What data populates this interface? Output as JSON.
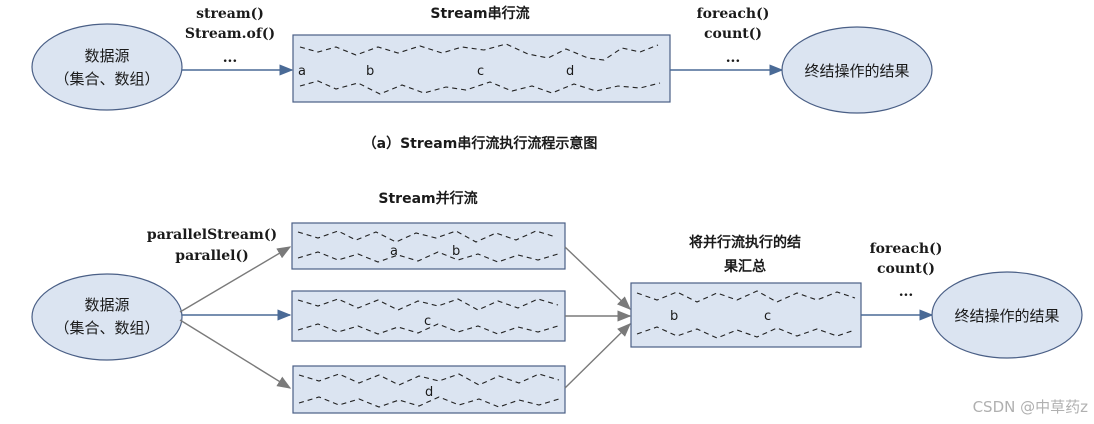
{
  "serial": {
    "title": "Stream串行流",
    "source": {
      "line1": "数据源",
      "line2": "（集合、数组）"
    },
    "create_ops": [
      "stream()",
      "Stream.of()",
      "..."
    ],
    "elements": [
      "a",
      "b",
      "c",
      "d"
    ],
    "terminal_ops": [
      "foreach()",
      "count()",
      "..."
    ],
    "result": "终结操作的结果",
    "caption": "（a）Stream串行流执行流程示意图"
  },
  "parallel": {
    "title": "Stream并行流",
    "source": {
      "line1": "数据源",
      "line2": "（集合、数组）"
    },
    "create_ops": [
      "parallelStream()",
      "parallel()"
    ],
    "branch_elements": [
      [
        "a",
        "b"
      ],
      [
        "c"
      ],
      [
        "d"
      ]
    ],
    "merge_label": [
      "将并行流执行的结",
      "果汇总"
    ],
    "merged_elements": [
      "b",
      "c"
    ],
    "terminal_ops": [
      "foreach()",
      "count()",
      "..."
    ],
    "result": "终结操作的结果"
  },
  "watermark": "CSDN @中草药z"
}
